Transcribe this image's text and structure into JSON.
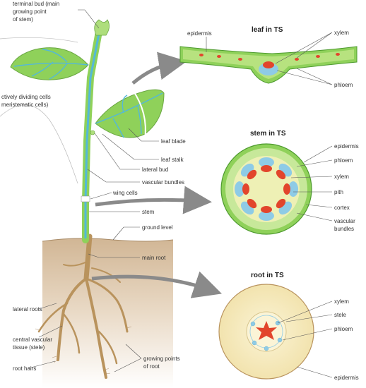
{
  "plant_labels": {
    "terminal_bud_1": "terminal bud (main",
    "terminal_bud_2": "growing point",
    "terminal_bud_3": "of stem)",
    "meristematic_1": "ctively dividing cells",
    "meristematic_2": "meristematic cells)",
    "leaf_blade": "leaf blade",
    "leaf_stalk": "leaf stalk",
    "lateral_bud": "lateral bud",
    "vascular_bundles": "vascular bundles",
    "wing_cells": "wing cells",
    "stem": "stem",
    "ground_level": "ground level",
    "main_root": "main root",
    "lateral_roots": "lateral roots",
    "stele_1": "central vascular",
    "stele_2": "tissue (stele)",
    "root_hairs": "root hairs",
    "growing_points_1": "growing points",
    "growing_points_2": "of root"
  },
  "leaf_ts": {
    "title": "leaf in TS",
    "epidermis": "epidermis",
    "xylem": "xylem",
    "phloem": "phloem"
  },
  "stem_ts": {
    "title": "stem in TS",
    "epidermis": "epidermis",
    "phloem": "phloem",
    "xylem": "xylem",
    "pith": "pith",
    "cortex": "cortex",
    "vascular_1": "vascular",
    "vascular_2": "bundles"
  },
  "root_ts": {
    "title": "root in TS",
    "xylem": "xylem",
    "stele": "stele",
    "phloem": "phloem",
    "epidermis": "epidermis"
  },
  "colors": {
    "leaf_green": "#8fd15a",
    "vein_blue": "#54b8d8",
    "soil": "#d9c2a4",
    "root_brown": "#b9935d",
    "xylem_red": "#e2452c",
    "phloem_blue": "#8ecbe6",
    "pith_yellow": "#eef0b5",
    "root_cortex": "#f7edc4",
    "arrow_grey": "#8a8a8a"
  }
}
